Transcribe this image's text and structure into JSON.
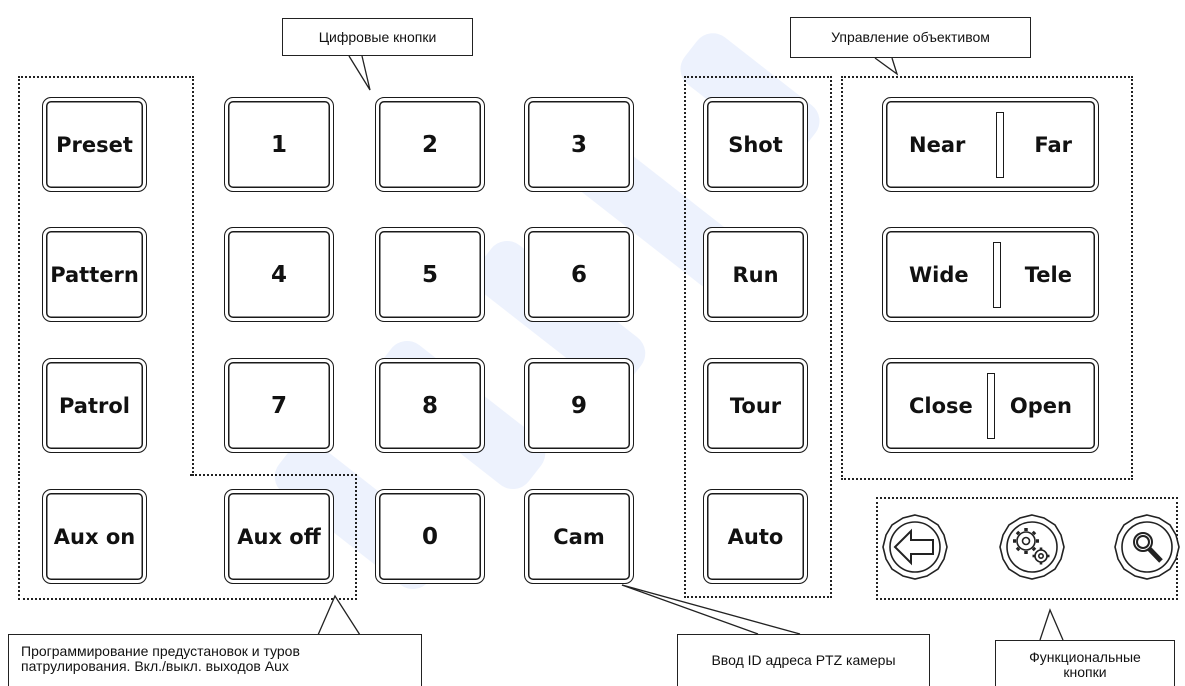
{
  "callouts": {
    "digital": "Цифровые кнопки",
    "lens": "Управление объективом",
    "program_line1": "Программирование предустановок и туров",
    "program_line2": "патрулирования. Вкл./выкл. выходов Aux",
    "camera_id": "Ввод ID адреса PTZ камеры",
    "function_line1": "Функциональные",
    "function_line2": "кнопки"
  },
  "left_buttons": [
    "Preset",
    "Pattern",
    "Patrol",
    "Aux on",
    "Aux off"
  ],
  "digits": [
    "1",
    "2",
    "3",
    "4",
    "5",
    "6",
    "7",
    "8",
    "9",
    "0"
  ],
  "cam_button": "Cam",
  "mode_buttons": [
    "Shot",
    "Run",
    "Tour",
    "Auto"
  ],
  "lens_buttons": [
    {
      "left": "Near",
      "right": "Far"
    },
    {
      "left": "Wide",
      "right": "Tele"
    },
    {
      "left": "Close",
      "right": "Open"
    }
  ],
  "function_buttons": [
    "back-arrow-icon",
    "settings-gears-icon",
    "search-icon"
  ]
}
